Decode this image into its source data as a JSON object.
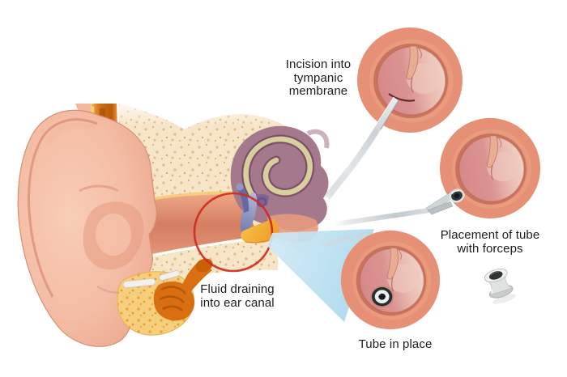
{
  "figure": {
    "type": "medical illustration",
    "subject": "Ear tube (tympanostomy) placement for fluid drainage"
  },
  "labels": {
    "incision_lines": [
      "Incision into",
      "tympanic",
      "membrane"
    ],
    "placement_lines": [
      "Placement of tube",
      "with forceps"
    ],
    "tube_in_place": "Tube in place",
    "fluid_lines": [
      "Fluid draining",
      "into ear canal"
    ]
  },
  "colors": {
    "background": "#ffffff",
    "skin_pink": "#f5c2aa",
    "canal_salmon": "#e09378",
    "eardrum_rim": "#e69176",
    "membrane_rose": "#d5888a",
    "membrane_light": "#f0d2c6",
    "bone_beige": "#f7e5c7",
    "fat_yellow": "#f6cf7d",
    "cartilage_orange": "#d96f10",
    "fluid_yellow": "#f6b83c",
    "cochlea_mauve": "#a5798d",
    "highlight_red": "#ce2b1e",
    "cone_blue": "#b9ddef",
    "steel_gray": "#c9ced2",
    "tube_dark": "#273030",
    "text": "#1d1d1d"
  }
}
